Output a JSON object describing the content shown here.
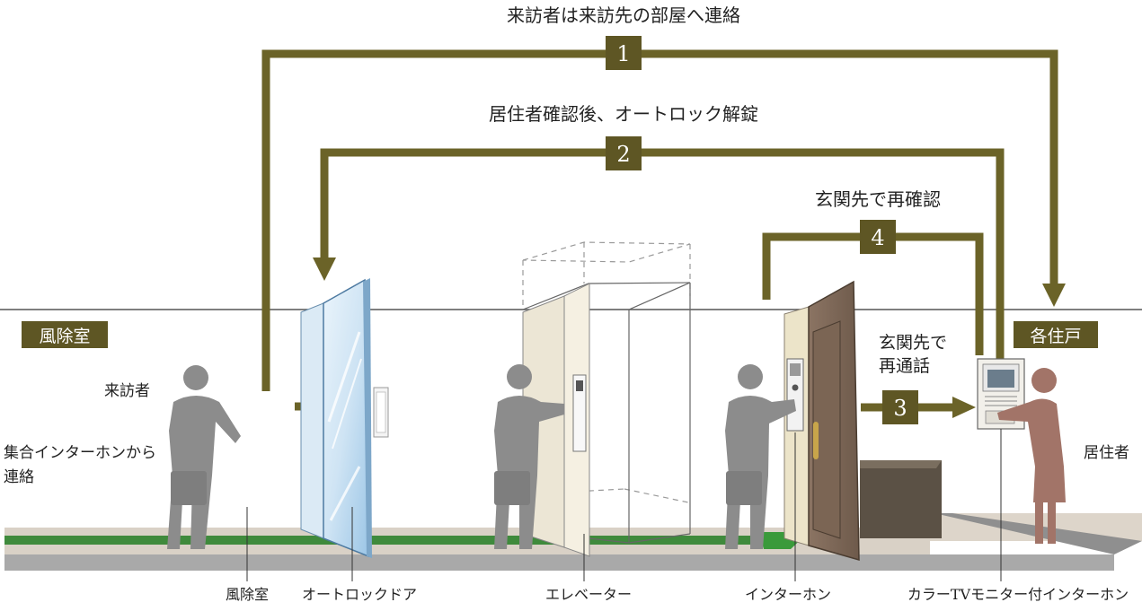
{
  "flow": {
    "step1": {
      "num": "1",
      "label": "来訪者は来訪先の部屋へ連絡"
    },
    "step2": {
      "num": "2",
      "label": "居住者確認後、オートロック解錠"
    },
    "step3": {
      "num": "3",
      "label_line1": "玄関先で",
      "label_line2": "再通話"
    },
    "step4": {
      "num": "4",
      "label": "玄関先で再確認"
    }
  },
  "zones": {
    "left": "風除室",
    "right": "各住戸"
  },
  "people": {
    "visitor": "来訪者",
    "visitor_action_line1": "集合インターホンから",
    "visitor_action_line2": "連絡",
    "resident": "居住者"
  },
  "bottom_labels": {
    "vestibule": "風除室",
    "autolock_door": "オートロックドア",
    "elevator": "エレベーター",
    "intercom": "インターホン",
    "monitor_intercom": "カラーTVモニター付インターホン"
  },
  "colors": {
    "olive": "#6b6328",
    "badge": "#5e5624",
    "figure_gray": "#8c8c8c",
    "resident": "#a27468",
    "floor_green": "#3f8a3c"
  }
}
